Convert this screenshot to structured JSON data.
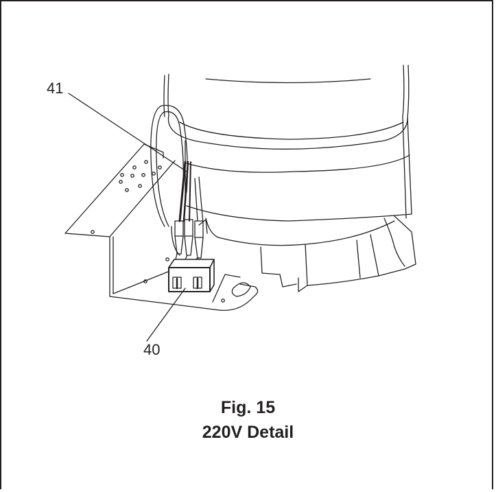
{
  "callouts": {
    "wire_harness": "41",
    "terminal_block": "40"
  },
  "caption": {
    "figure": "Fig. 15",
    "title": "220V Detail"
  },
  "colors": {
    "line": "#231f20",
    "background": "#ffffff"
  }
}
